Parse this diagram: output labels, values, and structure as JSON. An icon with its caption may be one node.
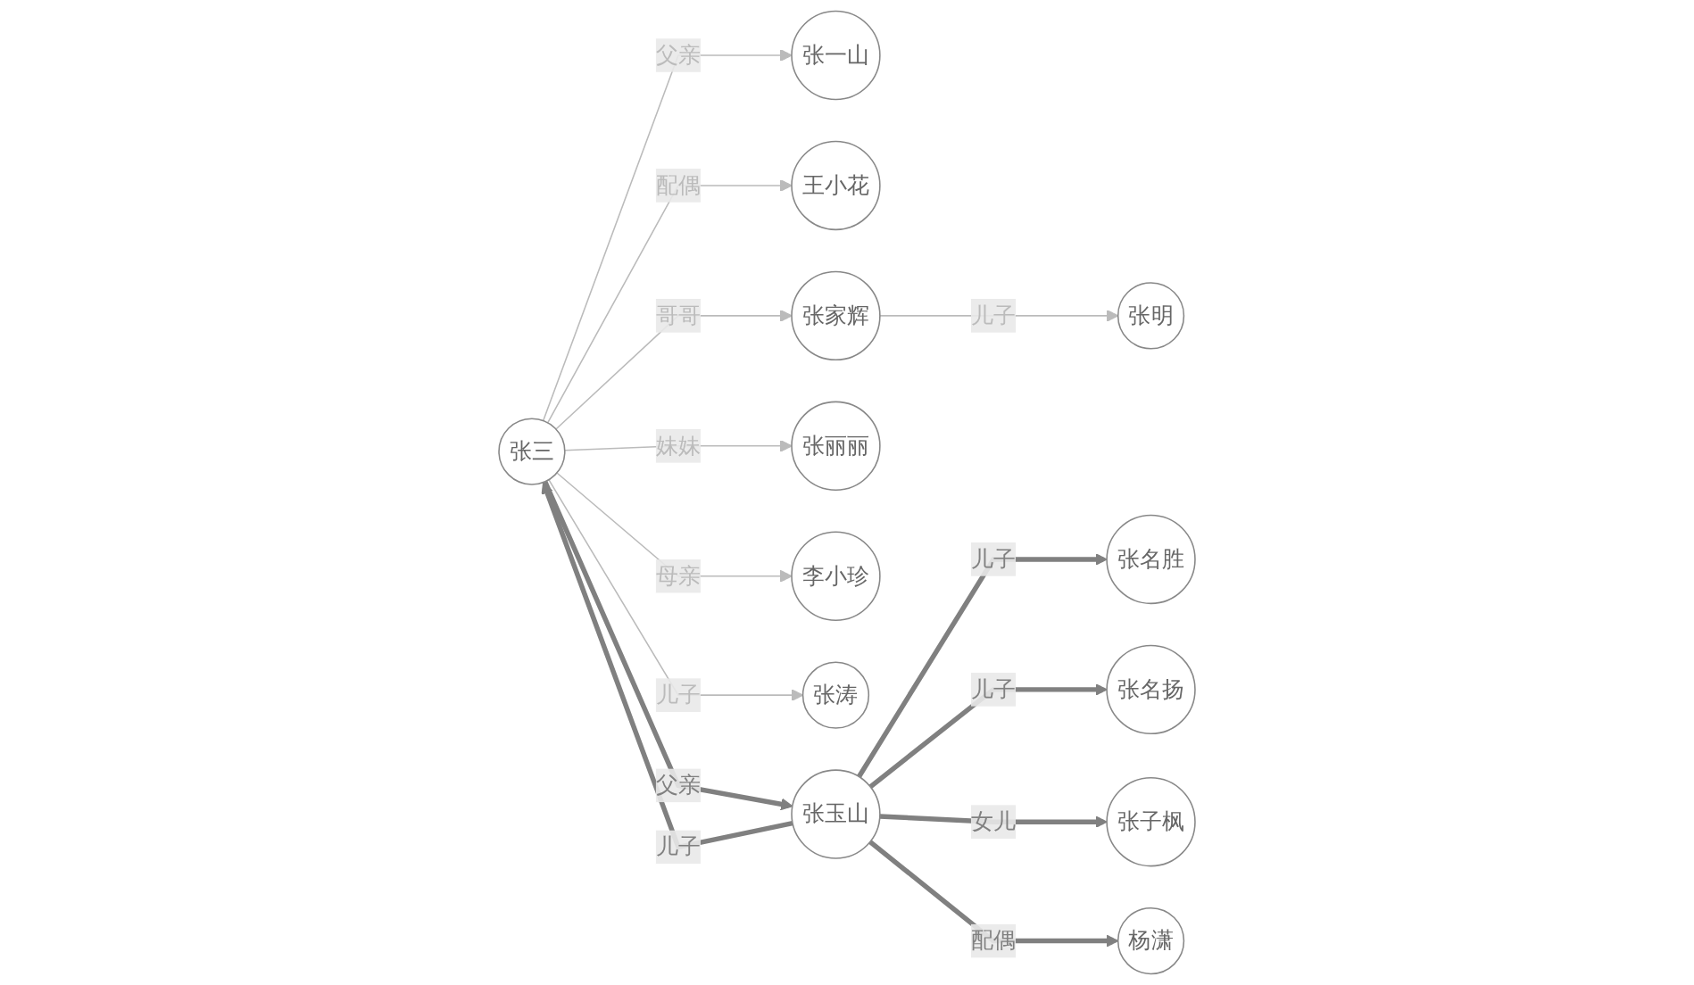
{
  "diagram": {
    "nodes": [
      {
        "text": [
          "张三"
        ]
      },
      {
        "text": [
          "张一山"
        ]
      },
      {
        "text": [
          "王小花"
        ]
      },
      {
        "text": [
          "张家辉"
        ]
      },
      {
        "text": [
          "张明"
        ]
      },
      {
        "text": [
          "张丽丽"
        ]
      },
      {
        "text": [
          "李小珍"
        ]
      },
      {
        "text": [
          "张涛"
        ]
      },
      {
        "text": [
          "张玉山"
        ]
      },
      {
        "text": [
          "张名胜"
        ]
      },
      {
        "text": [
          "张名扬"
        ]
      },
      {
        "text": [
          "张子枫"
        ]
      },
      {
        "text": [
          "杨潇"
        ]
      }
    ],
    "edges": [
      {
        "from": 0,
        "to": 1,
        "arrow": "to",
        "label": "父亲"
      },
      {
        "from": 0,
        "to": 2,
        "arrow": "to",
        "label": "配偶"
      },
      {
        "from": 0,
        "to": 3,
        "arrow": "to",
        "label": "哥哥"
      },
      {
        "from": 3,
        "to": 4,
        "arrow": "to",
        "label": "儿子"
      },
      {
        "from": 0,
        "to": 5,
        "arrow": "to",
        "label": "妹妹"
      },
      {
        "from": 0,
        "to": 6,
        "arrow": "to",
        "label": "母亲"
      },
      {
        "from": 0,
        "to": 7,
        "arrow": "to",
        "label": "儿子"
      },
      {
        "from": 0,
        "to": 8,
        "arrow": "to",
        "label": "父亲",
        "style": "thick"
      },
      {
        "from": 8,
        "to": 0,
        "arrow": "to",
        "label": "儿子",
        "style": "thick"
      },
      {
        "from": 8,
        "to": 9,
        "arrow": "to",
        "label": "儿子",
        "style": "thick"
      },
      {
        "from": 8,
        "to": 10,
        "arrow": "to",
        "label": "儿子",
        "style": "thick"
      },
      {
        "from": 8,
        "to": 11,
        "arrow": "to",
        "label": "女儿",
        "style": "thick"
      },
      {
        "from": 8,
        "to": 12,
        "arrow": "to",
        "label": "配偶",
        "style": "thick"
      }
    ]
  }
}
